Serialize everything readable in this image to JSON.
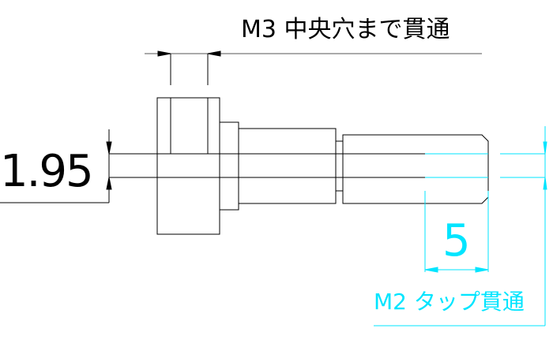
{
  "annotations": {
    "top_note": "M3 中央穴まで貫通",
    "left_dimension": "1.95",
    "tap_depth": "5",
    "tap_note": "M2 タップ貫通"
  },
  "colors": {
    "line": "#000000",
    "dimension_cyan": "#00e5ff"
  }
}
